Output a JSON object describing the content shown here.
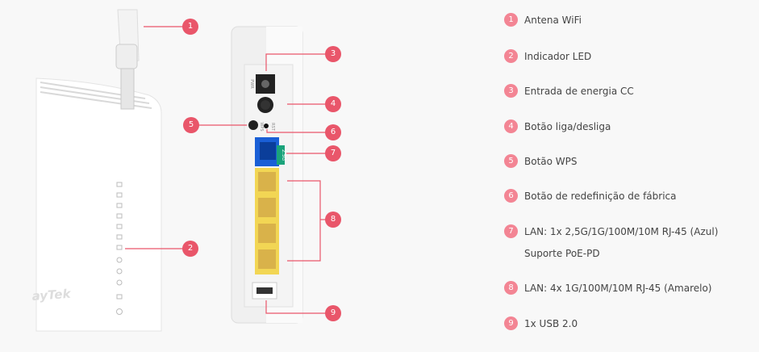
{
  "colors": {
    "callout": "#e9566a",
    "legend_badge": "#f38594",
    "lan_blue": "#1a5fd6",
    "lan_yellow": "#f2d654",
    "poe_tag": "#1aa37a"
  },
  "device": {
    "brand_logo": "DrayTek",
    "port_labels": {
      "power": "PWR",
      "wps": "WPS",
      "reset": "RST",
      "poe": "2.5G"
    }
  },
  "callouts": [
    "1",
    "2",
    "3",
    "4",
    "5",
    "6",
    "7",
    "8",
    "9"
  ],
  "legend": [
    {
      "num": "1",
      "label": "Antena WiFi"
    },
    {
      "num": "2",
      "label": "Indicador LED"
    },
    {
      "num": "3",
      "label": "Entrada de energia CC"
    },
    {
      "num": "4",
      "label": "Botão liga/desliga"
    },
    {
      "num": "5",
      "label": "Botão WPS"
    },
    {
      "num": "6",
      "label": "Botão de redefinição de fábrica"
    },
    {
      "num": "7",
      "label": "LAN: 1x 2,5G/1G/100M/10M RJ-45 (Azul)",
      "sub": "Suporte PoE-PD"
    },
    {
      "num": "8",
      "label": "LAN: 4x 1G/100M/10M RJ-45 (Amarelo)"
    },
    {
      "num": "9",
      "label": "1x USB 2.0"
    }
  ]
}
